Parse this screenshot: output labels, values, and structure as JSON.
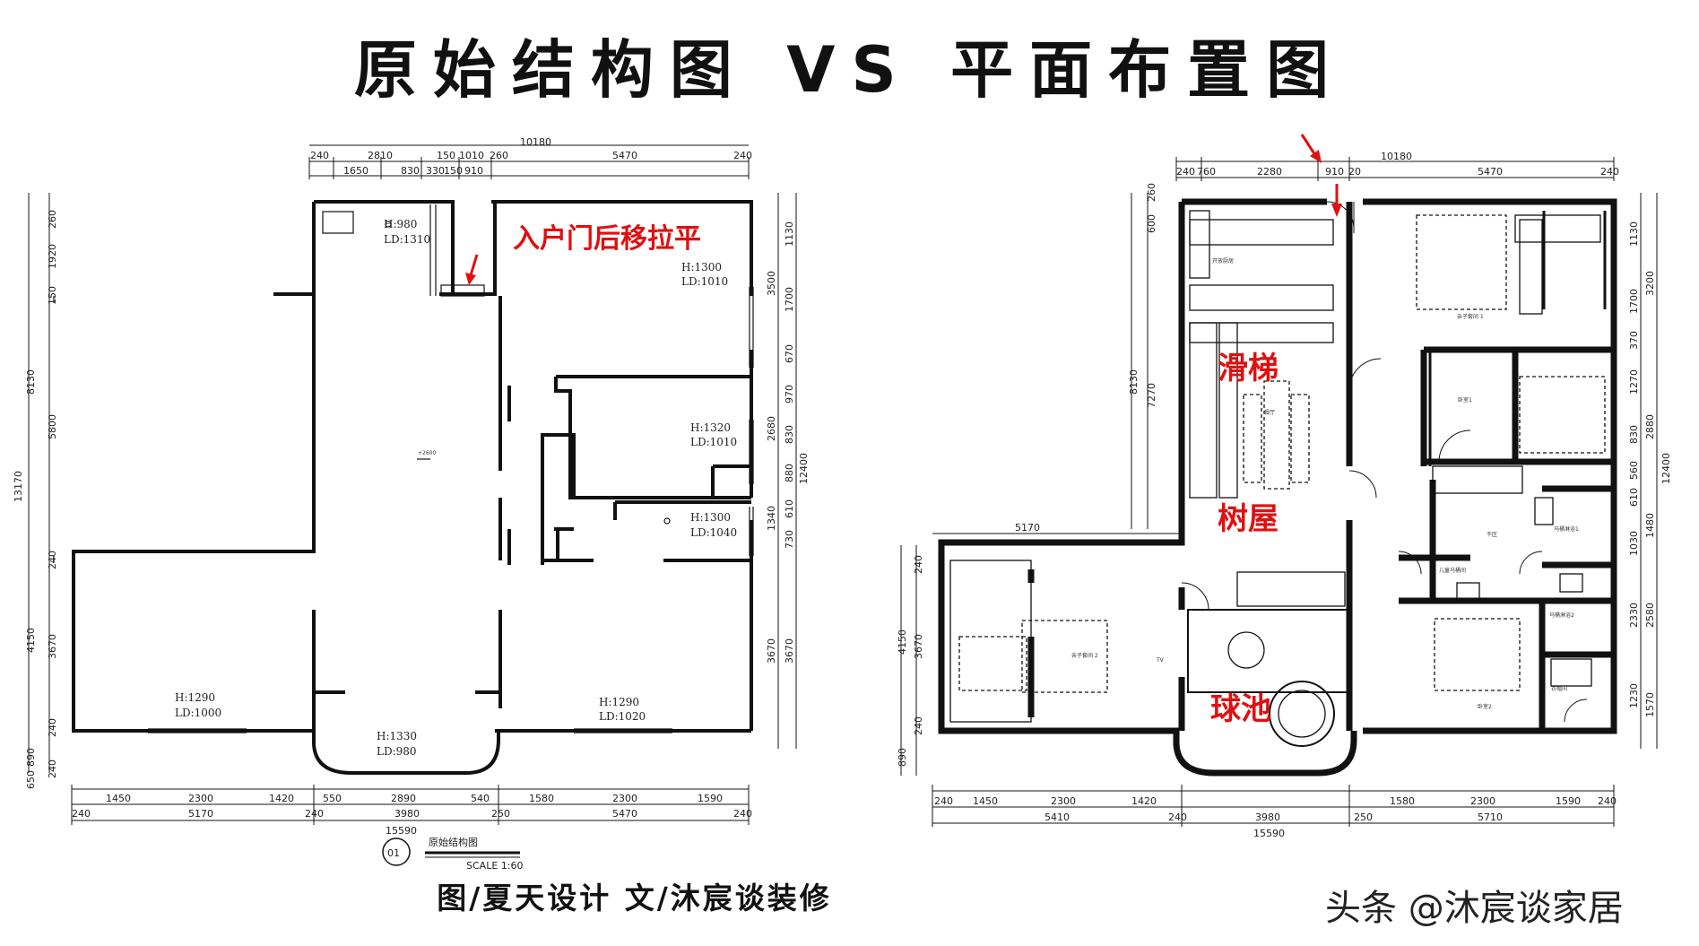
{
  "title": "原始结构图 VS 平面布置图",
  "left_plan": {
    "annotation": "入户门后移拉平",
    "top_dims_row1": [
      "240",
      "2810",
      "150",
      "1010",
      "260",
      "5470",
      "240"
    ],
    "top_dims_row2": [
      "1650",
      "830",
      "330",
      "150",
      "910"
    ],
    "top_total": "10180",
    "right_dims": [
      "1130",
      "3500",
      "1700",
      "670",
      "970",
      "2680",
      "830",
      "880",
      "12400",
      "610",
      "1340",
      "730",
      "3670",
      "3670"
    ],
    "left_dims": [
      "260",
      "1920",
      "150",
      "8130",
      "5800",
      "13170",
      "240",
      "4150",
      "3670",
      "240",
      "890",
      "240",
      "650"
    ],
    "bottom_dims_row1": [
      "1450",
      "2300",
      "1420",
      "550",
      "2890",
      "540",
      "1580",
      "2300",
      "1590"
    ],
    "bottom_dims_row2": [
      "240",
      "5170",
      "240",
      "3980",
      "250",
      "5470",
      "240"
    ],
    "bottom_total": "15590",
    "window_notes": [
      {
        "h": "H:980",
        "ld": "LD:1310"
      },
      {
        "h": "H:1300",
        "ld": "LD:1010"
      },
      {
        "h": "H:1320",
        "ld": "LD:1010"
      },
      {
        "h": "H:1300",
        "ld": "LD:1040"
      },
      {
        "h": "H:1290",
        "ld": "LD:1000"
      },
      {
        "h": "H:1290",
        "ld": "LD:1020"
      },
      {
        "h": "H:1330",
        "ld": "LD:980"
      }
    ],
    "level_mark": "+2600",
    "legend_number": "01",
    "legend_name": "原始结构图",
    "legend_scale": "SCALE 1:60"
  },
  "right_plan": {
    "labels": {
      "slide": "滑梯",
      "treehouse": "树屋",
      "ballpit": "球池"
    },
    "top_dims": [
      "240",
      "760",
      "2280",
      "910",
      "20",
      "5470",
      "240"
    ],
    "top_total": "10180",
    "left_dims": [
      "600",
      "260",
      "7270",
      "8130",
      "240",
      "4150",
      "3670",
      "240",
      "890"
    ],
    "right_dims": [
      "1130",
      "3200",
      "1700",
      "370",
      "1270",
      "2880",
      "830",
      "12400",
      "560",
      "610",
      "1480",
      "1030",
      "2330",
      "2580",
      "1230",
      "1570"
    ],
    "mid_dim": "5170",
    "bottom_dims_row1": [
      "240",
      "1450",
      "2300",
      "1420",
      "1580",
      "2300",
      "1590",
      "240"
    ],
    "bottom_dims_row2": [
      "5410",
      "240",
      "3980",
      "250",
      "5710"
    ],
    "bottom_total": "15590",
    "room_notes": [
      "开放厨房",
      "餐厅",
      "卧室1",
      "亲子套间 1",
      "亲子套间 2",
      "卧室2",
      "干区",
      "马桶淋浴1",
      "马桶淋浴2",
      "儿童马桶间",
      "衣帽间",
      "TV"
    ]
  },
  "credit": "图/夏天设计  文/沐宸谈装修",
  "watermark": "头条 @沐宸谈家居",
  "colors": {
    "annotation": "#e01010",
    "line": "#111111"
  }
}
